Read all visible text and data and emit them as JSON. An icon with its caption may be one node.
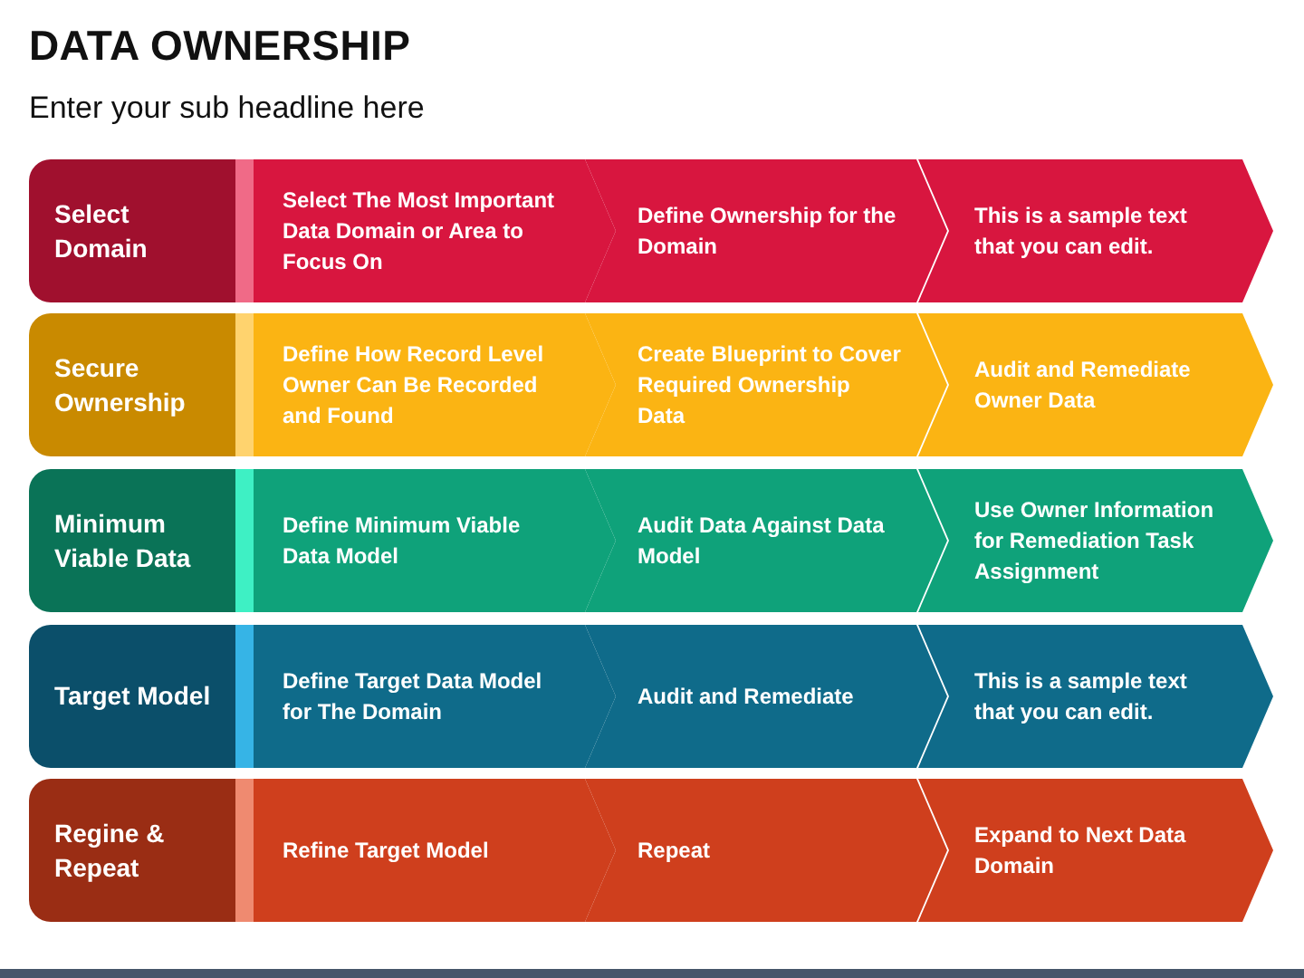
{
  "diagram": {
    "title": "DATA OWNERSHIP",
    "nodes": [
      {
        "text": [
          "Select Domain"
        ]
      },
      {
        "text": [
          "Select The Most Important Data Domain or Area to Focus On"
        ]
      },
      {
        "text": [
          "Define Ownership for the Domain"
        ]
      },
      {
        "text": [
          "This is a sample text that you can edit."
        ]
      },
      {
        "text": [
          "Secure Ownership"
        ]
      },
      {
        "text": [
          "Define How Record Level Owner Can Be Recorded and Found"
        ]
      },
      {
        "text": [
          "Create Blueprint to Cover Required Ownership Data"
        ]
      },
      {
        "text": [
          "Audit and Remediate Owner Data"
        ]
      },
      {
        "text": [
          "Minimum Viable Data"
        ]
      },
      {
        "text": [
          "Define Minimum Viable Data Model"
        ]
      },
      {
        "text": [
          "Audit Data Against Data Model"
        ]
      },
      {
        "text": [
          "Use Owner Information for Remediation Task Assignment"
        ]
      },
      {
        "text": [
          "Target Model"
        ]
      },
      {
        "text": [
          "Define Target Data Model for The Domain"
        ]
      },
      {
        "text": [
          "Audit and Remediate"
        ]
      },
      {
        "text": [
          "This is a sample text that you can edit."
        ]
      },
      {
        "text": [
          "Regine & Repeat"
        ]
      },
      {
        "text": [
          "Refine Target Model"
        ]
      },
      {
        "text": [
          "Repeat"
        ]
      },
      {
        "text": [
          "Expand to Next Data Domain"
        ]
      }
    ],
    "labels": [
      "Enter your sub headline here"
    ]
  }
}
